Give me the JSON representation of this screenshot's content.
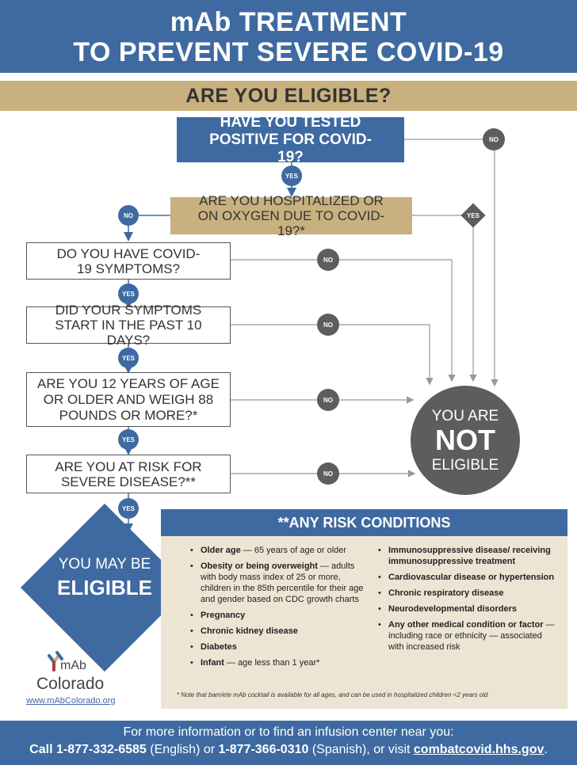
{
  "header": {
    "title_line1": "mAb TREATMENT",
    "title_line2": "TO PREVENT SEVERE COVID-19"
  },
  "subheader": "ARE YOU ELIGIBLE?",
  "questions": {
    "q1": "HAVE YOU TESTED POSITIVE FOR COVID-19?",
    "q2": "ARE YOU HOSPITALIZED OR ON OXYGEN DUE TO COVID-19?*",
    "q3": "DO YOU HAVE COVID-19 SYMPTOMS?",
    "q4": "DID YOUR SYMPTOMS START IN THE PAST 10 DAYS?",
    "q5": "ARE YOU 12 YEARS OF AGE OR OLDER AND WEIGH 88 POUNDS OR MORE?*",
    "q6": "ARE YOU AT RISK FOR SEVERE DISEASE?**"
  },
  "labels": {
    "yes": "YES",
    "no": "NO"
  },
  "not_eligible": {
    "line1": "YOU ARE",
    "line2": "NOT",
    "line3": "ELIGIBLE"
  },
  "may_be_eligible": {
    "line1": "YOU MAY BE",
    "line2": "ELIGIBLE"
  },
  "risk": {
    "title": "**ANY RISK CONDITIONS",
    "left": [
      {
        "bold": "Older age",
        "rest": " — 65 years of age or older"
      },
      {
        "bold": "Obesity or being overweight",
        "rest": " — adults with body mass index of 25 or more, children in the 85th percentile for their age and gender based on CDC growth charts"
      },
      {
        "bold": "Pregnancy",
        "rest": ""
      },
      {
        "bold": "Chronic kidney disease",
        "rest": ""
      },
      {
        "bold": "Diabetes",
        "rest": ""
      },
      {
        "bold": "Infant",
        "rest": " — age less than 1 year*"
      }
    ],
    "right": [
      {
        "bold": "Immunosuppressive disease/ receiving immunosuppressive treatment",
        "rest": ""
      },
      {
        "bold": "Cardiovascular disease or hypertension",
        "rest": ""
      },
      {
        "bold": "Chronic respiratory disease",
        "rest": ""
      },
      {
        "bold": "Neurodevelopmental disorders",
        "rest": ""
      },
      {
        "bold": "Any other medical condition or factor",
        "rest": " — including race or ethnicity — associated with increased risk"
      }
    ],
    "note": "* Note that bam/ete mAb cocktail is available for all ages, and can be used in hospitalized children <2 years old"
  },
  "logo": {
    "name1": "mAb",
    "name2": "Colorado"
  },
  "website": "www.mAbColorado.org",
  "footer": {
    "line1": "For more information or to find an infusion center near you:",
    "call_label": "Call 1-877-332-6585",
    "english": " (English) or ",
    "phone2": "1-877-366-0310",
    "spanish": " (Spanish), or visit ",
    "url": "combatcovid.hhs.gov",
    "period": "."
  },
  "colors": {
    "blue": "#3e6aa1",
    "tan": "#c9b07f",
    "gray": "#5d5d5d",
    "light_tan": "#ede5d4"
  }
}
